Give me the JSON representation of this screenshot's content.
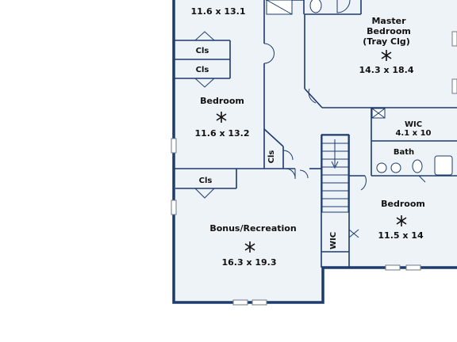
{
  "rooms": {
    "top_left": {
      "dims": "11.6 x 13.1"
    },
    "closet_1": {
      "label": "Cls"
    },
    "closet_2": {
      "label": "Cls"
    },
    "bedroom_2": {
      "label": "Bedroom",
      "dims": "11.6 x 13.2"
    },
    "master": {
      "line1": "Master",
      "line2": "Bedroom",
      "line3": "(Tray Clg)",
      "dims": "14.3 x 18.4"
    },
    "wic_master": {
      "label": "WIC",
      "dims": "4.1 x 10"
    },
    "bath": {
      "label": "Bath"
    },
    "hall_closet": {
      "label": "Cls"
    },
    "closet_3": {
      "label": "Cls"
    },
    "bonus": {
      "label": "Bonus/Recreation",
      "dims": "16.3 x 19.3"
    },
    "bedroom_3": {
      "label": "Bedroom",
      "dims": "11.5 x 14"
    },
    "wic_2": {
      "label": "WIC"
    }
  },
  "icons": {
    "fan": "ceiling-fan-icon"
  },
  "colors": {
    "wall": "#1d3b6e",
    "floor": "#eef3f8"
  }
}
